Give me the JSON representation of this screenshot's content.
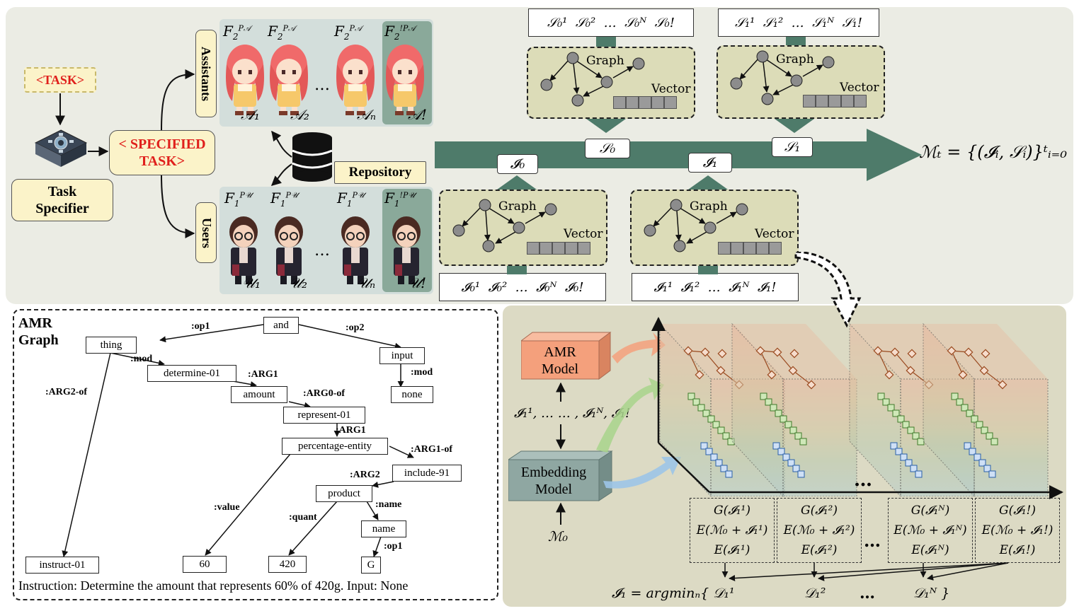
{
  "task_tag": "<TASK>",
  "task_specifier": "Task\nSpecifier",
  "specified_task": "< SPECIFIED\nTASK>",
  "assistants_label": "Assistants",
  "users_label": "Users",
  "repository_label": "Repository",
  "assistant_prompts": [
    "F",
    "F",
    "F",
    "F"
  ],
  "assistant_names": [
    "𝒜₁",
    "𝒜₂",
    "𝒜ₙ",
    "𝒜!"
  ],
  "user_names": [
    "𝒰₁",
    "𝒰₂",
    "𝒰ₙ",
    "𝒰!"
  ],
  "ellipsis": "…",
  "graph_label": "Graph",
  "vector_label": "Vector",
  "memory_formula": "ℳₜ = {(𝓘ᵢ, 𝒮ᵢ)}ᵗᵢ₌₀",
  "s0_label": "𝒮₀",
  "s1_label": "𝒮₁",
  "i0_label": "𝓘₀",
  "i1_label": "𝓘₁",
  "s0_items": "𝒮₀¹  𝒮₀²  …  𝒮₀ᴺ  𝒮₀!",
  "s1_items": "𝒮₁¹  𝒮₁²  …  𝒮₁ᴺ  𝒮₁!",
  "i0_items": "𝓘₀¹  𝓘₀²  …  𝓘₀ᴺ  𝓘₀!",
  "i1_items": "𝓘₁¹  𝓘₁²  …  𝓘₁ᴺ  𝓘₁!",
  "amr_title": "AMR\nGraph",
  "amr_nodes": {
    "and": "and",
    "thing": "thing",
    "input": "input",
    "determine": "determine-01",
    "none": "none",
    "amount": "amount",
    "represent": "represent-01",
    "percentage": "percentage-entity",
    "include": "include-91",
    "product": "product",
    "name": "name",
    "instruct": "instruct-01",
    "v60": "60",
    "v420": "420",
    "g": "G"
  },
  "amr_relations": {
    "op1": ":op1",
    "op2": ":op2",
    "mod1": ":mod",
    "mod2": ":mod",
    "arg1a": ":ARG1",
    "arg2of": ":ARG2-of",
    "arg0of": ":ARG0-of",
    "arg1b": ":ARG1",
    "arg1of": ":ARG1-of",
    "arg2": ":ARG2",
    "value": ":value",
    "quant": ":quant",
    "name_rel": ":name",
    "op1b": ":op1"
  },
  "instruction_text": "Instruction: Determine the amount that represents 60% of 420g. Input: None",
  "amr_model": "AMR\nModel",
  "embedding_model": "Embedding\nModel",
  "input_list": "𝓘₁¹, … … , 𝓘₁ᴺ, 𝓘₁!",
  "m0": "ℳ₀",
  "score_boxes": [
    [
      "G(𝓘₁¹)",
      "E(ℳ₀ + 𝓘₁¹)",
      "E(𝓘₁¹)"
    ],
    [
      "G(𝓘₁²)",
      "E(ℳ₀ + 𝓘₁²)",
      "E(𝓘₁²)"
    ],
    [
      "G(𝓘₁ᴺ)",
      "E(ℳ₀ + 𝓘₁ᴺ)",
      "E(𝓘₁ᴺ)"
    ],
    [
      "G(𝓘₁!)",
      "E(ℳ₀ + 𝓘₁!)",
      "E(𝓘₁!)"
    ]
  ],
  "argmin_formula": "𝓘₁ = argminₙ{ 𝒟₁¹",
  "d2": "𝒟₁²",
  "dN": "𝒟₁ᴺ }",
  "colors": {
    "panel": "#ebece4",
    "dashed_panel": "#dcdcb8",
    "arrow": "#4e7b6a",
    "yellow": "#fbf3c9",
    "bottom_right": "#dcdac4",
    "amr_model": "#f4a07c",
    "embedding_model": "#8fa7a2"
  }
}
